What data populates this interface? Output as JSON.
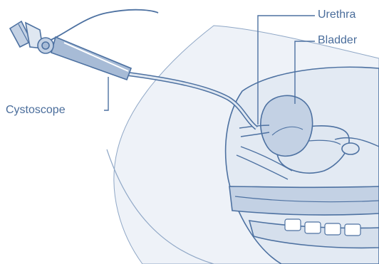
{
  "labels": {
    "cystoscope": "Cystoscope",
    "urethra": "Urethra",
    "bladder": "Bladder"
  },
  "colors": {
    "outline": "#4d71a1",
    "fill_light": "#dfe7f1",
    "fill_mid": "#c3d1e4",
    "fill_dark": "#a7bbd6",
    "label_text": "#4a6d9b"
  }
}
